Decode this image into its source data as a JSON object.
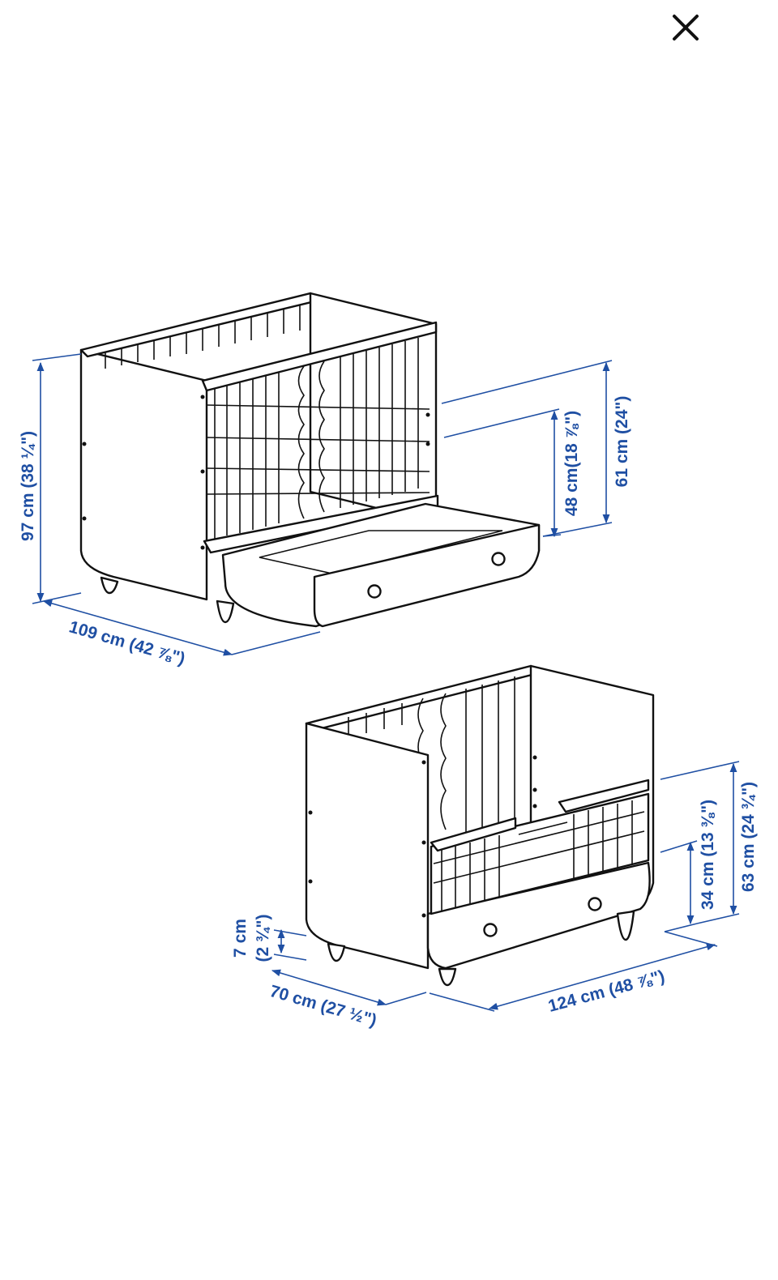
{
  "header": {
    "close_icon": "close-icon",
    "close_glyph": "✕"
  },
  "colors": {
    "dimension": "#1f4fa3",
    "linework": "#111111",
    "background": "#ffffff"
  },
  "crib_view": {
    "height_label": "97 cm (38 ¼\")",
    "width_label": "109 cm (42 ⅞\")",
    "drawer_height_label": "48 cm(18 ⅞\")",
    "side_height_label": "61 cm (24\")"
  },
  "bed_view": {
    "leg_height_label_cm": "7 cm",
    "leg_height_label_in": "(2 ¾\")",
    "depth_label": "70 cm (27 ½\")",
    "length_label": "124 cm (48 ⅞\")",
    "mattress_height_label": "34 cm (13 ⅜\")",
    "total_height_label": "63 cm (24 ¾\")"
  }
}
